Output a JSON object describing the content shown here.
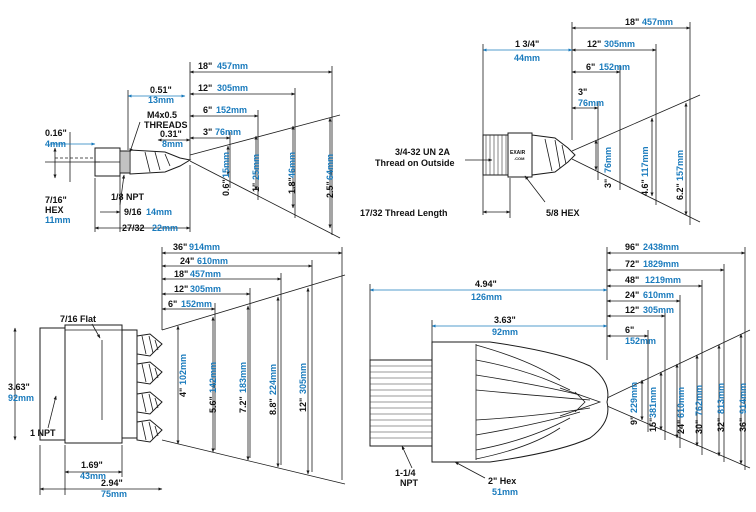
{
  "colors": {
    "imperial": "#111111",
    "metric": "#1a7bbd",
    "line": "#1b1b1b"
  },
  "micro": {
    "widths": [
      {
        "in": "18\"",
        "mm": "457mm"
      },
      {
        "in": "12\"",
        "mm": "305mm"
      },
      {
        "in": "6\"",
        "mm": "152mm"
      },
      {
        "in": "3\"",
        "mm": "76mm"
      }
    ],
    "heights": [
      {
        "in": "0.6\"",
        "mm": "15mm"
      },
      {
        "in": "1\"",
        "mm": "25mm"
      },
      {
        "in": "1.8\"",
        "mm": "46mm"
      },
      {
        "in": "2.5\"",
        "mm": "64mm"
      }
    ],
    "len_051": {
      "in": "0.51\"",
      "mm": "13mm"
    },
    "len_031": {
      "in": "0.31\"",
      "mm": "8mm"
    },
    "thread_m4": [
      "M4x0.5",
      "THREADS"
    ],
    "dia_016": {
      "in": "0.16\"",
      "mm": "4mm"
    },
    "hex": [
      "7/16\"",
      "HEX"
    ],
    "hex_mm": "11mm",
    "npt": "1/8 NPT",
    "len_916": {
      "in": "9/16",
      "mm": "14mm"
    },
    "len_2732": {
      "in": "27/32",
      "mm": "22mm"
    }
  },
  "mini": {
    "widths": [
      {
        "in": "18\"",
        "mm": "457mm"
      },
      {
        "in": "12\"",
        "mm": "305mm"
      },
      {
        "in": "6\"",
        "mm": "152mm"
      },
      {
        "in": "3\"",
        "mm": "76mm"
      }
    ],
    "heights": [
      {
        "in": "3\"",
        "mm": "76mm"
      },
      {
        "in": "4.6\"",
        "mm": "117mm"
      },
      {
        "in": "6.2\"",
        "mm": "157mm"
      }
    ],
    "len_134": {
      "in": "1 3/4\"",
      "mm": "44mm"
    },
    "thread": [
      "3/4-32 UN 2A",
      "Thread on Outside"
    ],
    "thread_len": "17/32 Thread Length",
    "hex": "5/8 HEX",
    "logo": [
      "EXAIR",
      ".COM"
    ]
  },
  "quad": {
    "widths": [
      {
        "in": "36\"",
        "mm": "914mm"
      },
      {
        "in": "24\"",
        "mm": "610mm"
      },
      {
        "in": "18\"",
        "mm": "457mm"
      },
      {
        "in": "12\"",
        "mm": "305mm"
      },
      {
        "in": "6\"",
        "mm": "152mm"
      }
    ],
    "heights": [
      {
        "in": "4\"",
        "mm": "102mm"
      },
      {
        "in": "5.6\"",
        "mm": "142mm"
      },
      {
        "in": "7.2\"",
        "mm": "183mm"
      },
      {
        "in": "8.8\"",
        "mm": "224mm"
      },
      {
        "in": "12\"",
        "mm": "305mm"
      }
    ],
    "flat": "7/16 Flat",
    "height_363": {
      "in": "3.63\"",
      "mm": "92mm"
    },
    "npt": "1 NPT",
    "len_169": {
      "in": "1.69\"",
      "mm": "43mm"
    },
    "len_294": {
      "in": "2.94\"",
      "mm": "75mm"
    }
  },
  "large": {
    "widths": [
      {
        "in": "96\"",
        "mm": "2438mm"
      },
      {
        "in": "72\"",
        "mm": "1829mm"
      },
      {
        "in": "48\"",
        "mm": "1219mm"
      },
      {
        "in": "24\"",
        "mm": "610mm"
      },
      {
        "in": "12\"",
        "mm": "305mm"
      },
      {
        "in": "6\"",
        "mm": "152mm"
      }
    ],
    "heights": [
      {
        "in": "9\"",
        "mm": "229mm"
      },
      {
        "in": "15\"",
        "mm": "381mm"
      },
      {
        "in": "24\"",
        "mm": "610mm"
      },
      {
        "in": "30\"",
        "mm": "762mm"
      },
      {
        "in": "32\"",
        "mm": "813mm"
      },
      {
        "in": "36\"",
        "mm": "914mm"
      }
    ],
    "len_494": {
      "in": "4.94\"",
      "mm": "126mm"
    },
    "len_363": {
      "in": "3.63\"",
      "mm": "92mm"
    },
    "npt": [
      "1-1/4",
      "NPT"
    ],
    "hex": {
      "in": "2\" Hex",
      "mm": "51mm"
    }
  }
}
